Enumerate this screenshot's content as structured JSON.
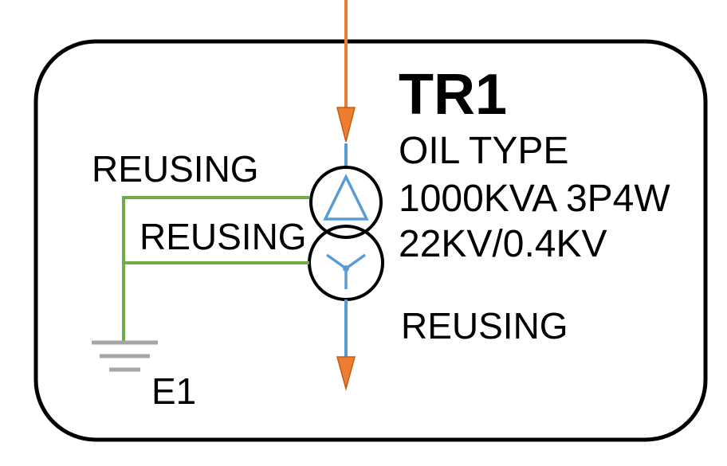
{
  "transformer": {
    "name": "TR1",
    "spec_lines": [
      "OIL TYPE",
      "1000KVA 3P4W",
      "22KV/0.4KV"
    ]
  },
  "labels": {
    "primary_ground_tag": "REUSING",
    "secondary_ground_tag": "REUSING",
    "output_tag": "REUSING",
    "earth_tag": "E1"
  },
  "colors": {
    "feed_arrow": "#ed7d31",
    "conductor": "#5b9bd5",
    "ground_wire": "#70ad47",
    "earth_symbol": "#a5a5a5",
    "frame": "#000000"
  },
  "icons": {
    "primary_winding": "delta-winding-icon",
    "secondary_winding": "wye-winding-icon",
    "earth": "earth-ground-icon"
  }
}
